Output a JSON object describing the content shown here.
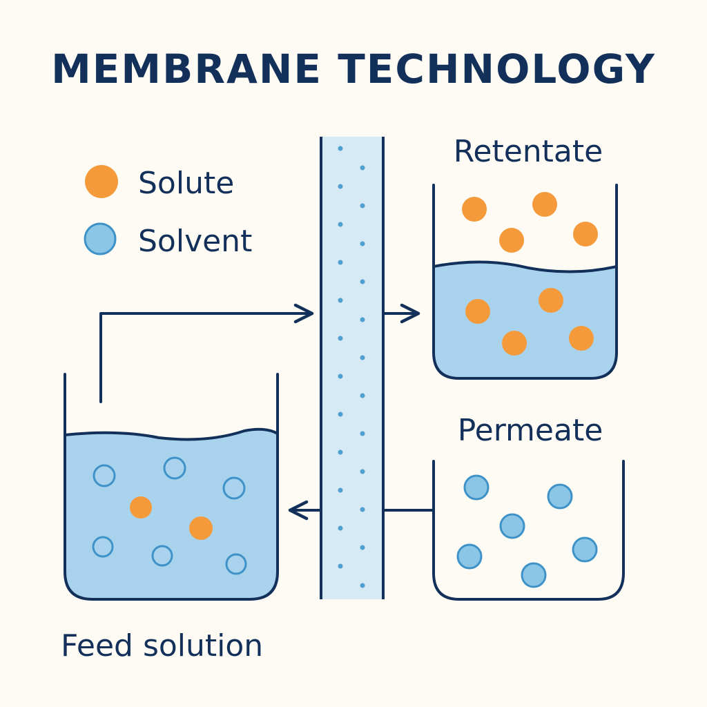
{
  "title": "MEMBRANE TECHNOLOGY",
  "legend": {
    "solute": "Solute",
    "solvent": "Solvent"
  },
  "labels": {
    "retentate": "Retentate",
    "permeate": "Permeate",
    "feed": "Feed solution"
  },
  "colors": {
    "background": "#fdfbf3",
    "ink": "#12305a",
    "liquid": "#a9d3ec",
    "membrane": "#d6eaf5",
    "pore": "#4f9fd0",
    "solute": "#f59a3a",
    "solvent": "#8cc6e6",
    "solvent_stroke": "#3f92c8"
  }
}
